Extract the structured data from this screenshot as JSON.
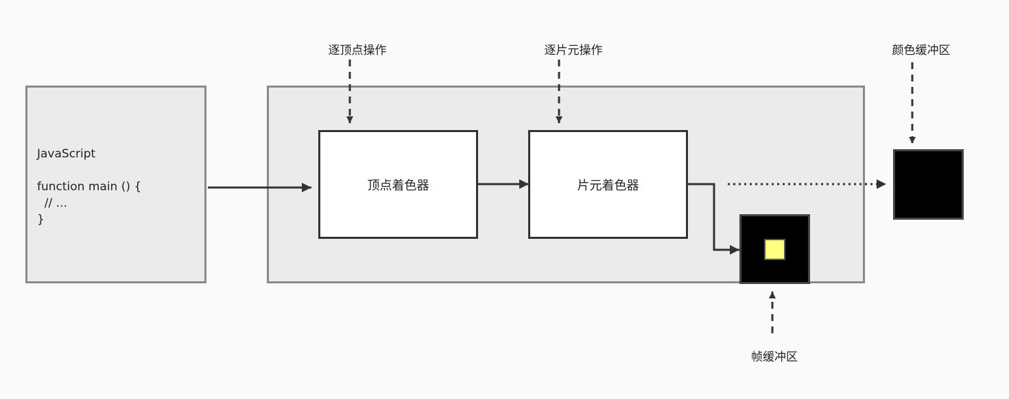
{
  "javascript_box": {
    "code": "JavaScript\n\nfunction main () {\n  // ...\n}"
  },
  "vertex_shader": {
    "label": "顶点着色器"
  },
  "fragment_shader": {
    "label": "片元着色器"
  },
  "labels": {
    "per_vertex": "逐顶点操作",
    "per_fragment": "逐片元操作",
    "color_buffer": "颜色缓冲区",
    "frame_buffer": "帧缓冲区"
  },
  "colors": {
    "background": "#fafafa",
    "container_fill": "#ebebeb",
    "container_border": "#8a8a8a",
    "shader_fill": "#ffffff",
    "buffer_fill": "#000000",
    "pixel_fill": "#ffff80",
    "line": "#333333"
  }
}
